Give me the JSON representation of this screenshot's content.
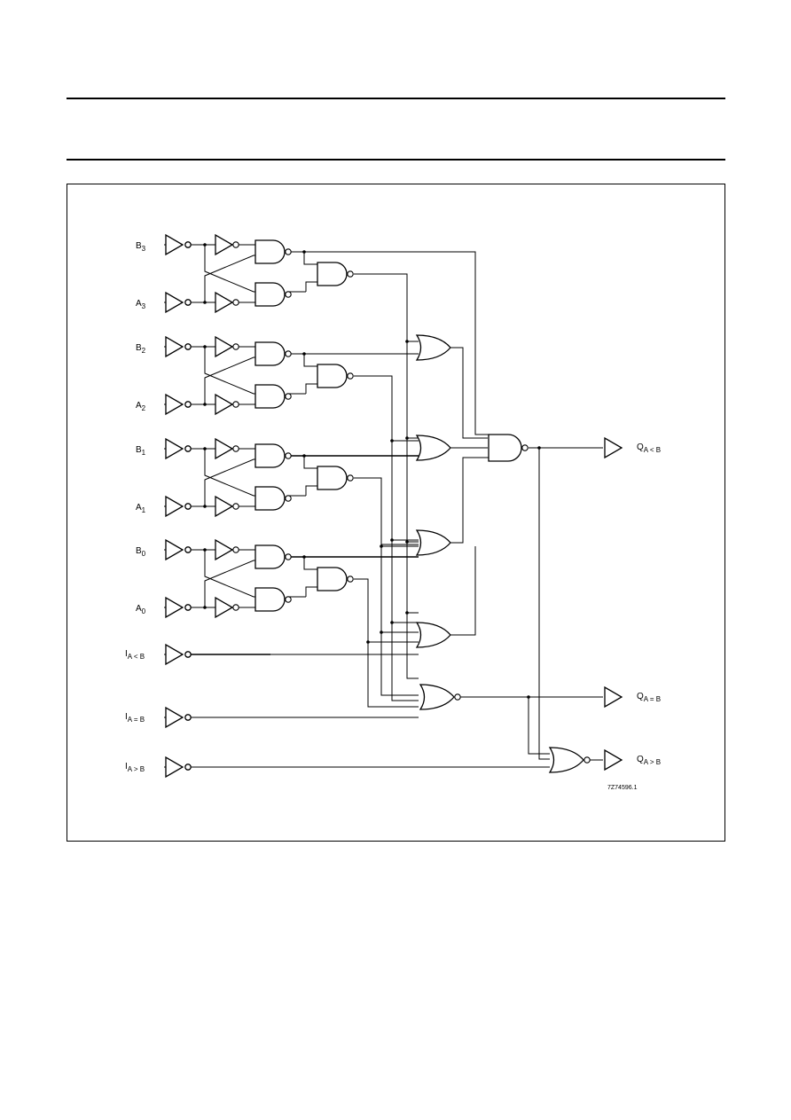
{
  "inputs": {
    "B3": {
      "main": "B",
      "sub": "3"
    },
    "A3": {
      "main": "A",
      "sub": "3"
    },
    "B2": {
      "main": "B",
      "sub": "2"
    },
    "A2": {
      "main": "A",
      "sub": "2"
    },
    "B1": {
      "main": "B",
      "sub": "1"
    },
    "A1": {
      "main": "A",
      "sub": "1"
    },
    "B0": {
      "main": "B",
      "sub": "0"
    },
    "A0": {
      "main": "A",
      "sub": "0"
    },
    "ILT": {
      "main": "I",
      "sub": "A < B"
    },
    "IEQ": {
      "main": "I",
      "sub": "A = B"
    },
    "IGT": {
      "main": "I",
      "sub": "A > B"
    }
  },
  "outputs": {
    "QLT": {
      "main": "Q",
      "sub": "A < B"
    },
    "QEQ": {
      "main": "Q",
      "sub": "A = B"
    },
    "QGT": {
      "main": "Q",
      "sub": "A > B"
    }
  },
  "figure_code": "7Z74596.1"
}
